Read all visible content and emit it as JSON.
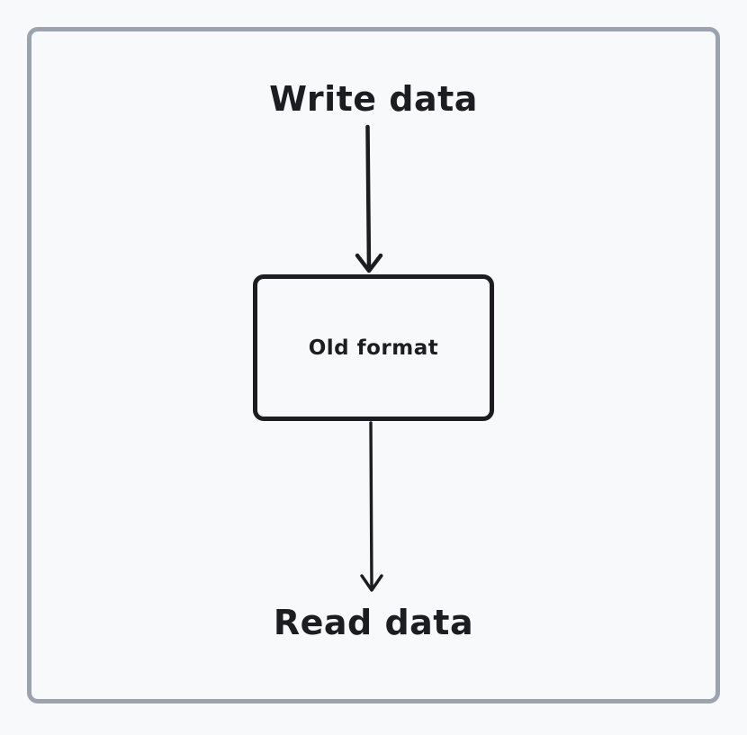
{
  "colors": {
    "background": "#f8f9fb",
    "frame_border": "#9ca3af",
    "stroke": "#1d1d21"
  },
  "diagram": {
    "top_label": "Write data",
    "node_label": "Old format",
    "bottom_label": "Read data"
  }
}
